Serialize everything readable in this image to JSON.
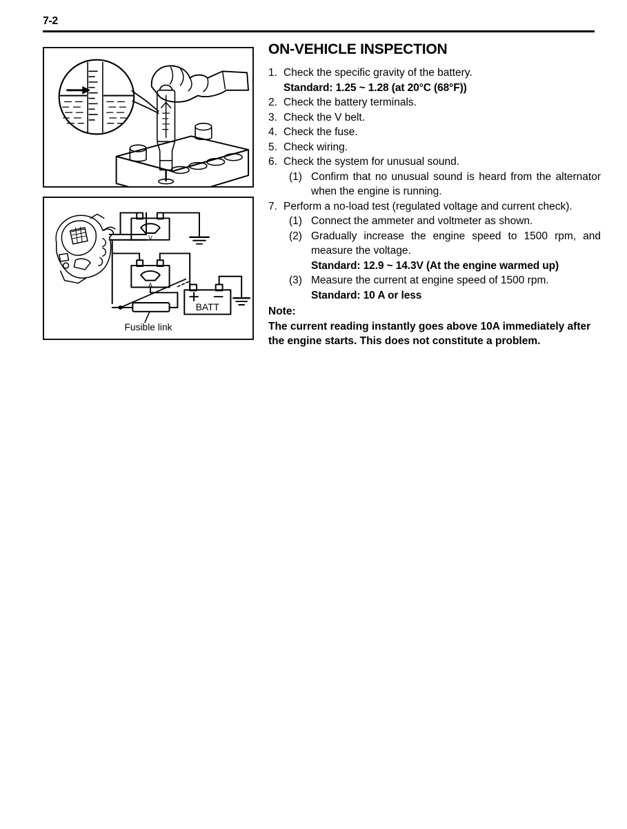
{
  "page": {
    "number": "7-2"
  },
  "section": {
    "title": "ON-VEHICLE INSPECTION"
  },
  "steps": [
    {
      "num": "1.",
      "text": "Check the specific gravity of the battery.",
      "standard": "Standard: 1.25 ~ 1.28 (at 20°C (68°F))"
    },
    {
      "num": "2.",
      "text": "Check the battery terminals."
    },
    {
      "num": "3.",
      "text": "Check the V belt."
    },
    {
      "num": "4.",
      "text": "Check the fuse."
    },
    {
      "num": "5.",
      "text": "Check wiring."
    },
    {
      "num": "6.",
      "text": "Check the system for unusual sound.",
      "substeps": [
        {
          "num": "(1)",
          "text": "Confirm that no unusual sound is heard from the alternator when the engine is running."
        }
      ]
    },
    {
      "num": "7.",
      "text": "Perform a no-load test (regulated voltage and current check).",
      "substeps": [
        {
          "num": "(1)",
          "text": "Connect the ammeter and voltmeter as shown."
        },
        {
          "num": "(2)",
          "text": "Gradually increase the engine speed to 1500 rpm, and measure the voltage.",
          "standard": "Standard: 12.9 ~ 14.3V (At the engine warmed up)"
        },
        {
          "num": "(3)",
          "text": "Measure the current at engine speed of 1500 rpm.",
          "standard": "Standard: 10 A or less"
        }
      ]
    }
  ],
  "note": {
    "label": "Note:",
    "line1": "The current reading instantly goes above 10A immediately after",
    "line2": "the engine starts. This does not constitute a problem."
  },
  "figures": {
    "hydrometer": {
      "name": "hydrometer-battery-specific-gravity-illustration"
    },
    "wiring": {
      "name": "no-load-test-wiring-diagram",
      "labels": {
        "voltmeter": "V",
        "ammeter": "A",
        "battery": "BATT",
        "positive": "+",
        "negative": "−",
        "fusible_link": "Fusible link"
      }
    }
  },
  "colors": {
    "ink": "#000000",
    "paper": "#ffffff"
  }
}
